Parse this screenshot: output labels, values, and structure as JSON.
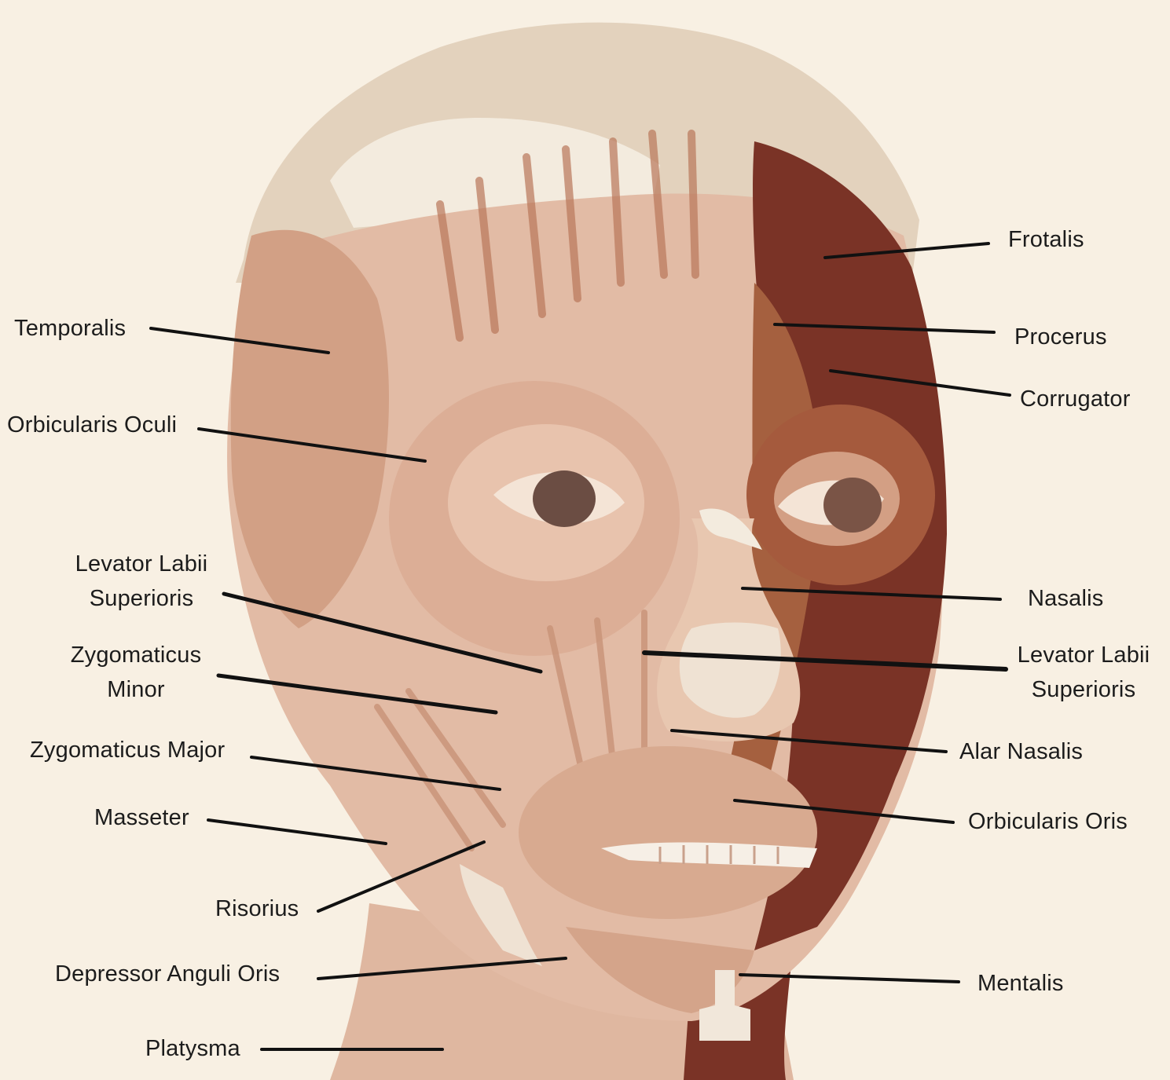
{
  "colors": {
    "background": "#f8f0e3",
    "skull": "#e3d2bd",
    "muscle_light": "#e2bba5",
    "muscle_mid": "#c88f6e",
    "muscle_dark": "#9a5a3c",
    "muscle_deep": "#7a3326",
    "leader_line": "#111111",
    "label_text": "#1c1c1c"
  },
  "labels": {
    "temporalis": "Temporalis",
    "orbicularis_oculi": "Orbicularis Oculi",
    "levator_left_1": "Levator Labii",
    "levator_left_2": "Superioris",
    "zyg_minor_1": "Zygomaticus",
    "zyg_minor_2": "Minor",
    "zyg_major": "Zygomaticus Major",
    "masseter": "Masseter",
    "risorius": "Risorius",
    "depressor": "Depressor Anguli Oris",
    "platysma": "Platysma",
    "frotalis": "Frotalis",
    "procerus": "Procerus",
    "corrugator": "Corrugator",
    "nasalis": "Nasalis",
    "levator_right_1": "Levator Labii",
    "levator_right_2": "Superioris",
    "alar_nasalis": "Alar Nasalis",
    "orbicularis_oris": "Orbicularis Oris",
    "mentalis": "Mentalis"
  }
}
